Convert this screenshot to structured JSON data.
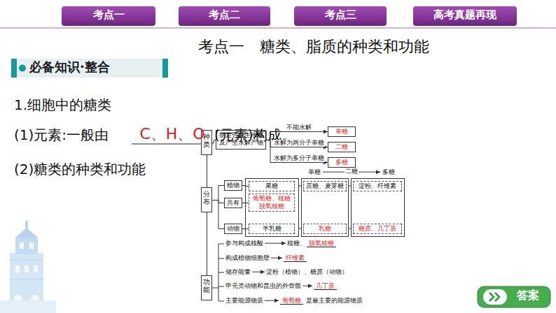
{
  "diagram": {
    "title": "考点一　糖类、脂质的种类和功能",
    "nodes": [
      {
        "text": [
          "种类"
        ]
      },
      {
        "text": [
          "据是否发生水解及产生水解产物"
        ]
      },
      {
        "text": [
          "单糖"
        ]
      },
      {
        "text": [
          "二糖"
        ]
      },
      {
        "text": [
          "多糖"
        ]
      },
      {
        "text": [
          "分布"
        ]
      },
      {
        "text": [
          "植物"
        ]
      },
      {
        "text": [
          "共有"
        ]
      },
      {
        "text": [
          "动物"
        ]
      },
      {
        "text": [
          "果糖"
        ]
      },
      {
        "text": [
          "葡萄糖、核糖 脱氧核糖"
        ]
      },
      {
        "text": [
          "半乳糖"
        ]
      },
      {
        "text": [
          "蔗糖、麦芽糖"
        ]
      },
      {
        "text": [
          "乳糖"
        ]
      },
      {
        "text": [
          "淀粉、纤维素"
        ]
      },
      {
        "text": [
          "糖原、几丁质"
        ]
      },
      {
        "text": [
          "功能"
        ]
      }
    ],
    "edges": [
      {
        "from": 0,
        "to": 1,
        "arrow": "none"
      },
      {
        "from": 1,
        "to": 2,
        "label": "不能水解",
        "arrow": "to"
      },
      {
        "from": 1,
        "to": 3,
        "label": "水解为两分子单糖",
        "arrow": "to"
      },
      {
        "from": 1,
        "to": 4,
        "label": "水解为多分子单糖",
        "arrow": "to"
      },
      {
        "from": 0,
        "to": 5,
        "arrow": "none"
      },
      {
        "from": 5,
        "to": 16,
        "arrow": "none"
      },
      {
        "from": 5,
        "to": 6,
        "arrow": "none"
      },
      {
        "from": 5,
        "to": 7,
        "arrow": "none"
      },
      {
        "from": 5,
        "to": 8,
        "arrow": "none"
      },
      {
        "from": 6,
        "to": 9,
        "arrow": "none"
      },
      {
        "from": 7,
        "to": 10,
        "arrow": "none"
      },
      {
        "from": 8,
        "to": 11,
        "arrow": "none"
      }
    ],
    "labels": [
      "考点一",
      "考点二",
      "考点三",
      "高考真题再现",
      "必备知识·整合",
      "1.细胞中的糖类",
      "(1)元素:一般由",
      "C、H、O",
      "(元素)构成。",
      "(2)糖类的种类和功能",
      "单糖",
      "二糖",
      "多糖",
      "参与构成核酸",
      "核糖、",
      "脱氧核糖",
      "构成植物细胞壁",
      "纤维素",
      "储存能量",
      "淀粉（植物）、糖原（动物）",
      "甲壳类动物和昆虫的外骨骼",
      "几丁质",
      "主要能源物质",
      "葡萄糖",
      "是最主要的能源物质",
      "答案"
    ]
  }
}
